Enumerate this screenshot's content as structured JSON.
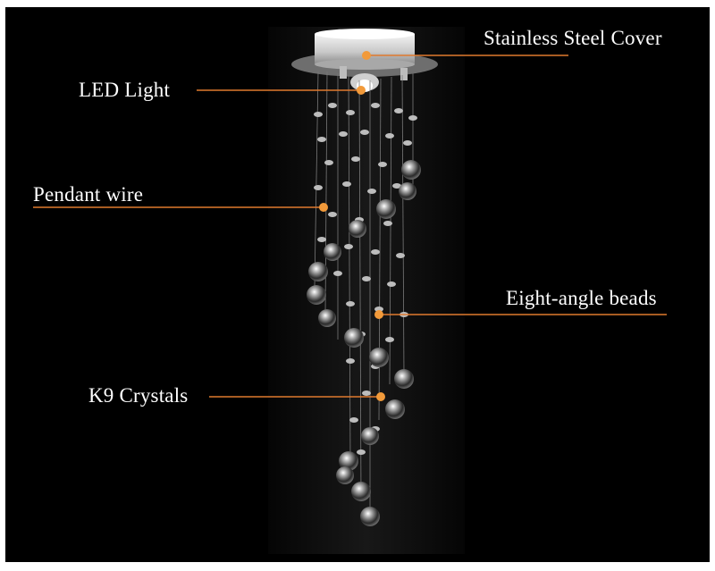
{
  "callouts": {
    "cover": "Stainless Steel Cover",
    "led": "LED Light",
    "wire": "Pendant wire",
    "beads": "Eight-angle beads",
    "k9": "K9 Crystals"
  },
  "colors": {
    "background": "#000000",
    "frame": "#ffffff",
    "leader": "#e07a2e",
    "dot": "#f29a3a",
    "text": "#ffffff",
    "metal": "#d9d9d9"
  }
}
